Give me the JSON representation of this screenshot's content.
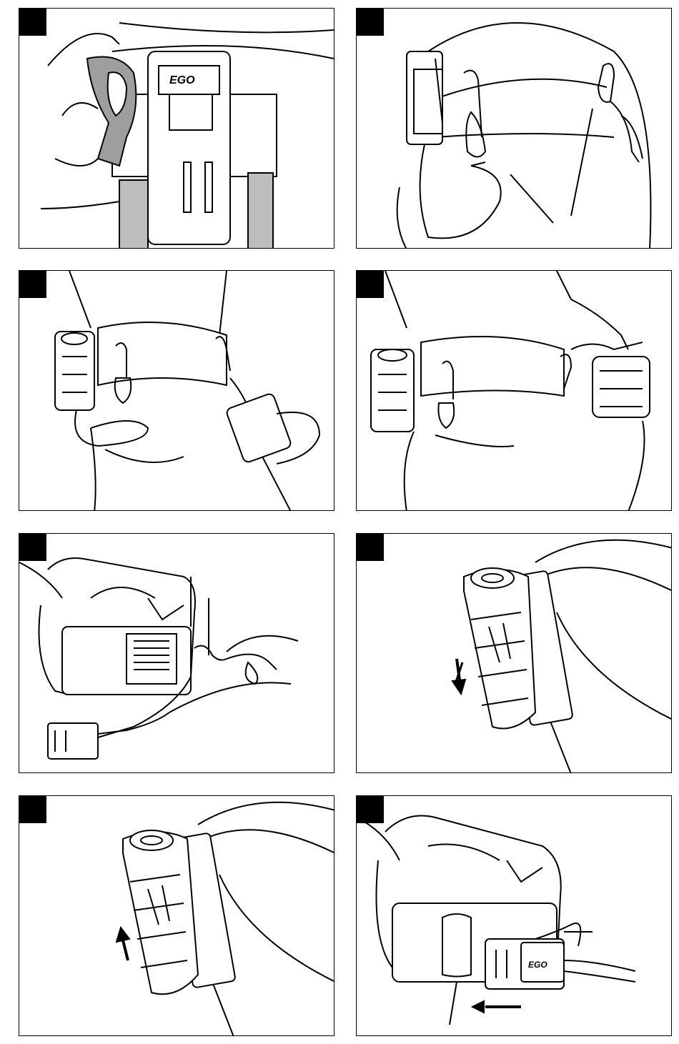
{
  "brand_logo": "EGO",
  "panels": [
    {
      "id": 1,
      "marker_label": ""
    },
    {
      "id": 2,
      "marker_label": ""
    },
    {
      "id": 3,
      "marker_label": ""
    },
    {
      "id": 4,
      "marker_label": ""
    },
    {
      "id": 5,
      "marker_label": ""
    },
    {
      "id": 6,
      "marker_label": ""
    },
    {
      "id": 7,
      "marker_label": ""
    },
    {
      "id": 8,
      "marker_label": ""
    }
  ]
}
